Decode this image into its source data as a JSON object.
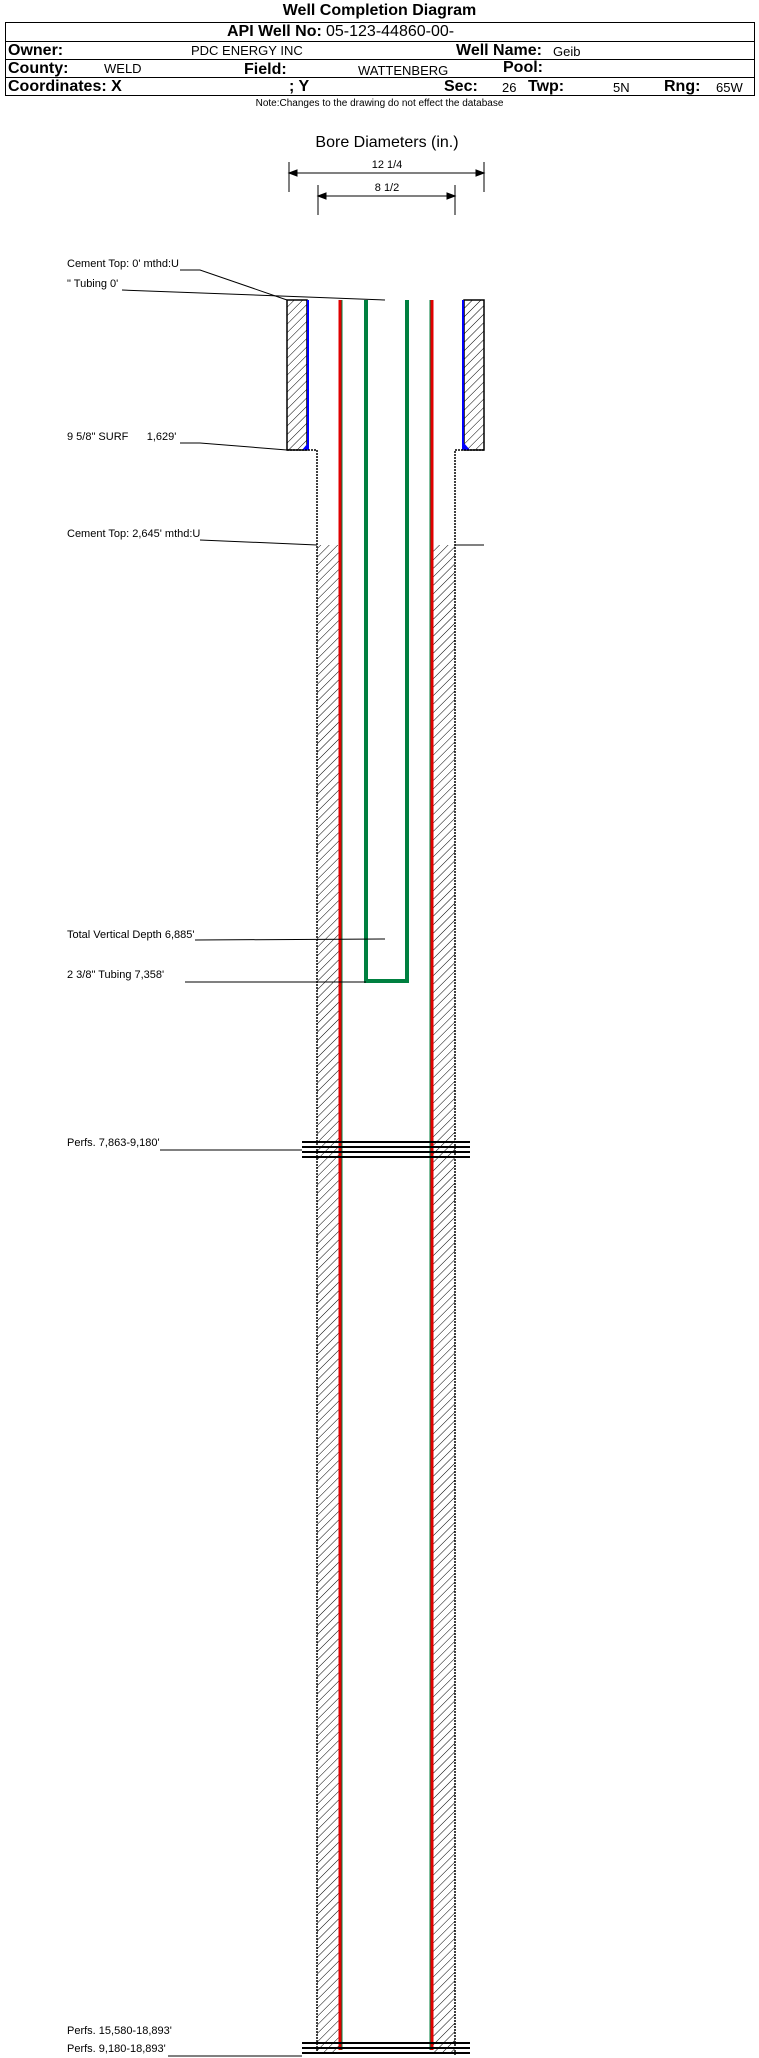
{
  "title": "Well Completion Diagram",
  "header": {
    "api_label": "API Well No:",
    "api_value": "05-123-44860-00-",
    "owner_label": "Owner:",
    "owner_value": "PDC ENERGY INC",
    "well_name_label": "Well Name:",
    "well_name_value": "Geib",
    "county_label": "County:",
    "county_value": "WELD",
    "field_label": "Field:",
    "field_value": "WATTENBERG",
    "pool_label": "Pool:",
    "pool_value": "",
    "coord_x_label": "Coordinates: X",
    "coord_y_label": "; Y",
    "sec_label": "Sec:",
    "sec_value": "26",
    "twp_label": "Twp:",
    "twp_value": "5N",
    "rng_label": "Rng:",
    "rng_value": "65W"
  },
  "note": "Note:Changes to the drawing do not effect the database",
  "bore": {
    "title": "Bore Diameters (in.)",
    "outer": "12 1/4",
    "inner": "8 1/2"
  },
  "labels": {
    "cement_top_1": "Cement Top: 0' mthd:U",
    "tubing_top": "\" Tubing 0'",
    "surface_casing": "9 5/8\" SURF      1,629'",
    "cement_top_2": "Cement Top: 2,645' mthd:U",
    "tvd": "Total Vertical Depth 6,885'",
    "tubing": "2 3/8\" Tubing 7,358'",
    "perfs_1": "Perfs. 7,863-9,180'",
    "perfs_2a": "Perfs. 9,180-18,893'",
    "perfs_2b": "Perfs. 15,580-18,893'"
  },
  "colors": {
    "casing": "#e00000",
    "tubing": "#008040",
    "cement_shoe": "#0000ff"
  }
}
